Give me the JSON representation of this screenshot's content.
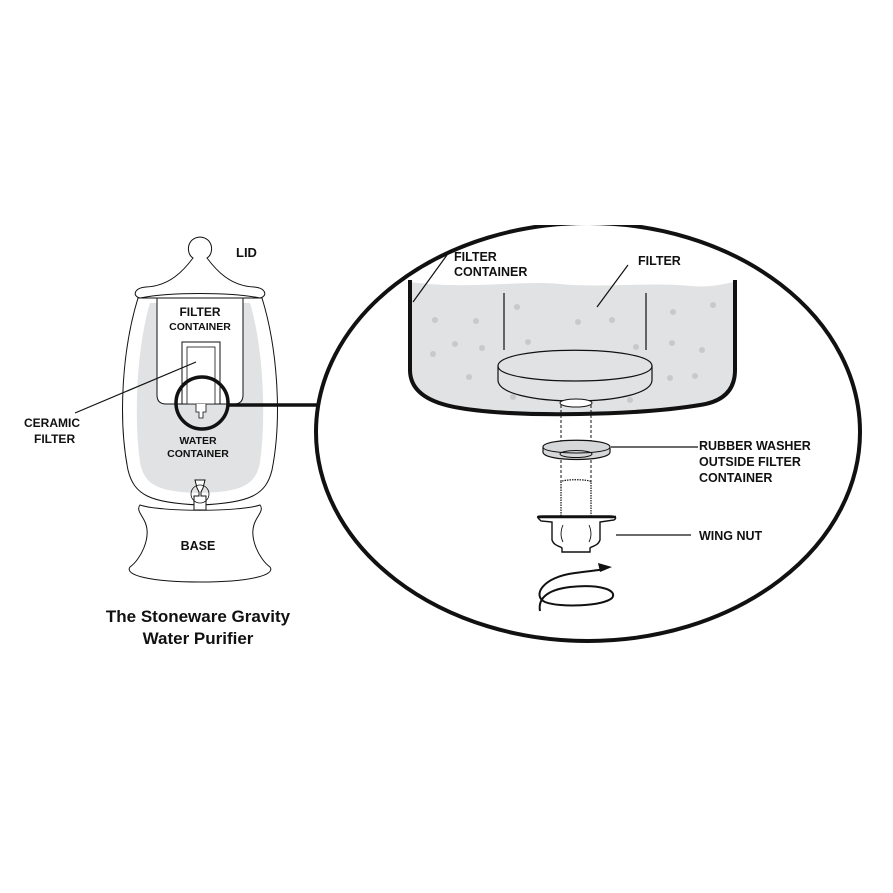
{
  "title": {
    "line1": "The Stoneware Gravity",
    "line2": "Water Purifier"
  },
  "overview_labels": {
    "lid": "LID",
    "filter_container_1": "FILTER",
    "filter_container_2": "CONTAINER",
    "ceramic_filter_1": "CERAMIC",
    "ceramic_filter_2": "FILTER",
    "water_container_1": "WATER",
    "water_container_2": "CONTAINER",
    "base": "BASE"
  },
  "detail_labels": {
    "filter_container_1": "FILTER",
    "filter_container_2": "CONTAINER",
    "filter": "FILTER",
    "rubber_washer_1": "RUBBER WASHER",
    "rubber_washer_2": "OUTSIDE FILTER",
    "rubber_washer_3": "CONTAINER",
    "wing_nut": "WING NUT"
  },
  "colors": {
    "ink": "#111111",
    "water_fill": "#e1e2e3",
    "dot": "#c8c9cb"
  }
}
